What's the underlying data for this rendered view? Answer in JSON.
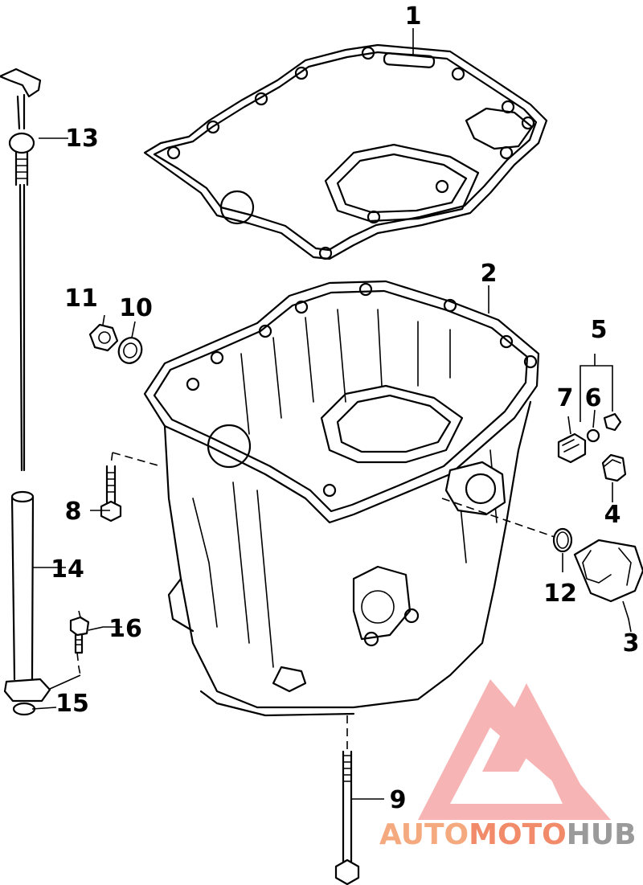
{
  "callouts": [
    {
      "id": "1",
      "label": "1"
    },
    {
      "id": "2",
      "label": "2"
    },
    {
      "id": "3",
      "label": "3"
    },
    {
      "id": "4",
      "label": "4"
    },
    {
      "id": "5",
      "label": "5"
    },
    {
      "id": "6",
      "label": "6"
    },
    {
      "id": "7",
      "label": "7"
    },
    {
      "id": "8",
      "label": "8"
    },
    {
      "id": "9",
      "label": "9"
    },
    {
      "id": "10",
      "label": "10"
    },
    {
      "id": "11",
      "label": "11"
    },
    {
      "id": "12",
      "label": "12"
    },
    {
      "id": "13",
      "label": "13"
    },
    {
      "id": "14",
      "label": "14"
    },
    {
      "id": "15",
      "label": "15"
    },
    {
      "id": "16",
      "label": "16"
    }
  ],
  "watermark": {
    "part1": "AUTO",
    "part2": "MOTO",
    "part3": "HUB",
    "color_light": "#f5a97f",
    "color_mid": "#f28b6a",
    "color_dark": "#9a9a9a",
    "logo_color": "#f59c9c"
  }
}
